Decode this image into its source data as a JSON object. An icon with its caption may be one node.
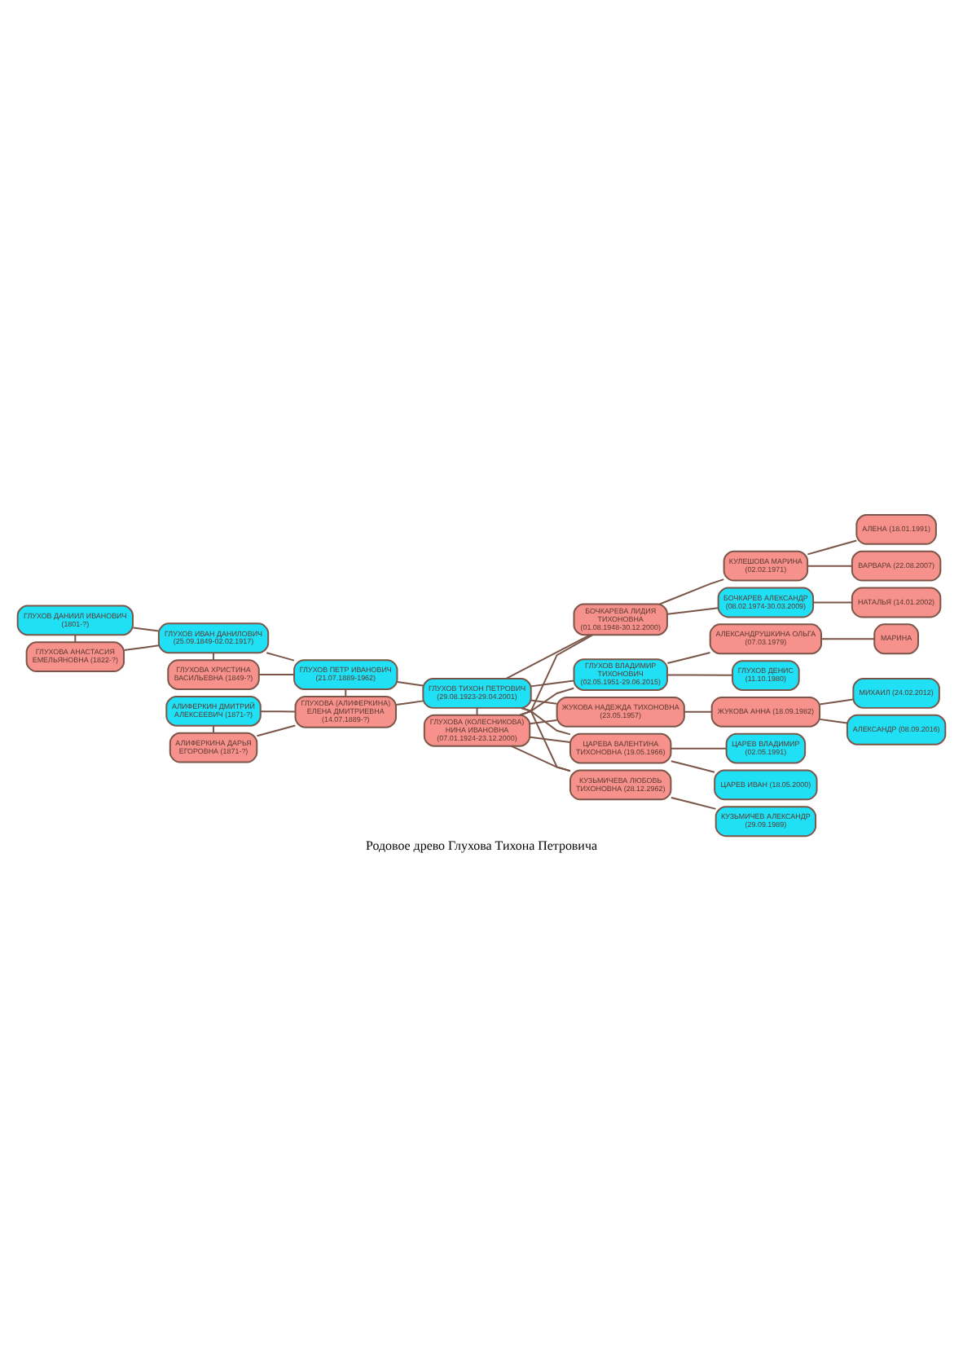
{
  "diagram": {
    "caption": "Родовое древо Глухова Тихона Петровича",
    "nodes": [
      {
        "text": [
          "ГЛУХОВ ДАНИИЛ ИВАНОВИЧ (1801-?)"
        ]
      },
      {
        "text": [
          "ГЛУХОВА АНАСТАСИЯ ЕМЕЛЬЯНОВНА (1822-?)"
        ]
      },
      {
        "text": [
          "ГЛУХОВ ИВАН ДАНИЛОВИЧ (25.09.1849-02.02.1917)"
        ]
      },
      {
        "text": [
          "ГЛУХОВА ХРИСТИНА ВАСИЛЬЕВНА (1849-?)"
        ]
      },
      {
        "text": [
          "ГЛУХОВ ПЕТР ИВАНОВИЧ (21.07.1889-1962)"
        ]
      },
      {
        "text": [
          "АЛИФЕРКИН ДМИТРИЙ АЛЕКСЕЕВИЧ (1871-?)"
        ]
      },
      {
        "text": [
          "АЛИФЕРКИНА ДАРЬЯ ЕГОРОВНА (1871-?)"
        ]
      },
      {
        "text": [
          "ГЛУХОВА (АЛИФЕРКИНА) ЕЛЕНА ДМИТРИЕВНА (14.07.1889-?)"
        ]
      },
      {
        "text": [
          "ГЛУХОВ ТИХОН ПЕТРОВИЧ (29.08.1923-29.04.2001)"
        ]
      },
      {
        "text": [
          "ГЛУХОВА (КОЛЕСНИКОВА) НИНА ИВАНОВНА (07.01.1924-23.12.2000)"
        ]
      },
      {
        "text": [
          "БОЧКАРЕВА ЛИДИЯ ТИХОНОВНА (01.08.1948-30.12.2000)"
        ]
      },
      {
        "text": [
          "ГЛУХОВ ВЛАДИМИР ТИХОНОВИЧ (02.05.1951-29.06.2015)"
        ]
      },
      {
        "text": [
          "ЖУКОВА НАДЕЖДА ТИХОНОВНА (23.05.1957)"
        ]
      },
      {
        "text": [
          "ЦАРЕВА ВАЛЕНТИНА ТИХОНОВНА (19.05.1966)"
        ]
      },
      {
        "text": [
          "КУЗЬМИЧЕВА ЛЮБОВЬ ТИХОНОВНА (28.12.2962)"
        ]
      },
      {
        "text": [
          "КУЛЕШОВА МАРИНА (02.02.1971)"
        ]
      },
      {
        "text": [
          "БОЧКАРЕВ АЛЕКСАНДР (08.02.1974-30.03.2009)"
        ]
      },
      {
        "text": [
          "АЛЕКСАНДРУШКИНА ОЛЬГА (07.03.1979)"
        ]
      },
      {
        "text": [
          "ГЛУХОВ ДЕНИС (11.10.1980)"
        ]
      },
      {
        "text": [
          "ЖУКОВА АННА (18.09.1982)"
        ]
      },
      {
        "text": [
          "ЦАРЕВ ВЛАДИМИР (02.05.1991)"
        ]
      },
      {
        "text": [
          "ЦАРЕВ ИВАН (18.05.2000)"
        ]
      },
      {
        "text": [
          "КУЗЬМИЧЕВ АЛЕКСАНДР (29.09.1989)"
        ]
      },
      {
        "text": [
          "АЛЕНА (18.01.1991)"
        ]
      },
      {
        "text": [
          "ВАРВАРА (22.08.2007)"
        ]
      },
      {
        "text": [
          "НАТАЛЬЯ (14.01.2002)"
        ]
      },
      {
        "text": [
          "МАРИНА"
        ]
      },
      {
        "text": [
          "МИХАИЛ (24.02.2012)"
        ]
      },
      {
        "text": [
          "АЛЕКСАНДР (08.09.2016)"
        ]
      }
    ],
    "edges": [
      {
        "from": 0,
        "to": 1,
        "arrow": "none"
      },
      {
        "from": 0,
        "to": 2,
        "arrow": "none"
      },
      {
        "from": 1,
        "to": 2,
        "arrow": "none"
      },
      {
        "from": 2,
        "to": 3,
        "arrow": "none"
      },
      {
        "from": 2,
        "to": 4,
        "arrow": "none"
      },
      {
        "from": 3,
        "to": 4,
        "arrow": "none"
      },
      {
        "from": 5,
        "to": 6,
        "arrow": "none"
      },
      {
        "from": 5,
        "to": 7,
        "arrow": "none"
      },
      {
        "from": 6,
        "to": 7,
        "arrow": "none"
      },
      {
        "from": 4,
        "to": 7,
        "arrow": "none"
      },
      {
        "from": 4,
        "to": 8,
        "arrow": "none"
      },
      {
        "from": 7,
        "to": 8,
        "arrow": "none"
      },
      {
        "from": 8,
        "to": 9,
        "arrow": "none"
      },
      {
        "from": 8,
        "to": 10,
        "arrow": "none"
      },
      {
        "from": 9,
        "to": 10,
        "arrow": "none"
      },
      {
        "from": 8,
        "to": 11,
        "arrow": "none"
      },
      {
        "from": 9,
        "to": 11,
        "arrow": "none"
      },
      {
        "from": 8,
        "to": 12,
        "arrow": "none"
      },
      {
        "from": 9,
        "to": 12,
        "arrow": "none"
      },
      {
        "from": 8,
        "to": 13,
        "arrow": "none"
      },
      {
        "from": 9,
        "to": 13,
        "arrow": "none"
      },
      {
        "from": 8,
        "to": 14,
        "arrow": "none"
      },
      {
        "from": 9,
        "to": 14,
        "arrow": "none"
      },
      {
        "from": 10,
        "to": 15,
        "arrow": "none"
      },
      {
        "from": 10,
        "to": 16,
        "arrow": "none"
      },
      {
        "from": 11,
        "to": 17,
        "arrow": "none"
      },
      {
        "from": 11,
        "to": 18,
        "arrow": "none"
      },
      {
        "from": 12,
        "to": 19,
        "arrow": "none"
      },
      {
        "from": 13,
        "to": 20,
        "arrow": "none"
      },
      {
        "from": 13,
        "to": 21,
        "arrow": "none"
      },
      {
        "from": 14,
        "to": 22,
        "arrow": "none"
      },
      {
        "from": 15,
        "to": 23,
        "arrow": "none"
      },
      {
        "from": 15,
        "to": 24,
        "arrow": "none"
      },
      {
        "from": 16,
        "to": 25,
        "arrow": "none"
      },
      {
        "from": 17,
        "to": 26,
        "arrow": "none"
      },
      {
        "from": 19,
        "to": 27,
        "arrow": "none"
      },
      {
        "from": 19,
        "to": 28,
        "arrow": "none"
      }
    ]
  }
}
